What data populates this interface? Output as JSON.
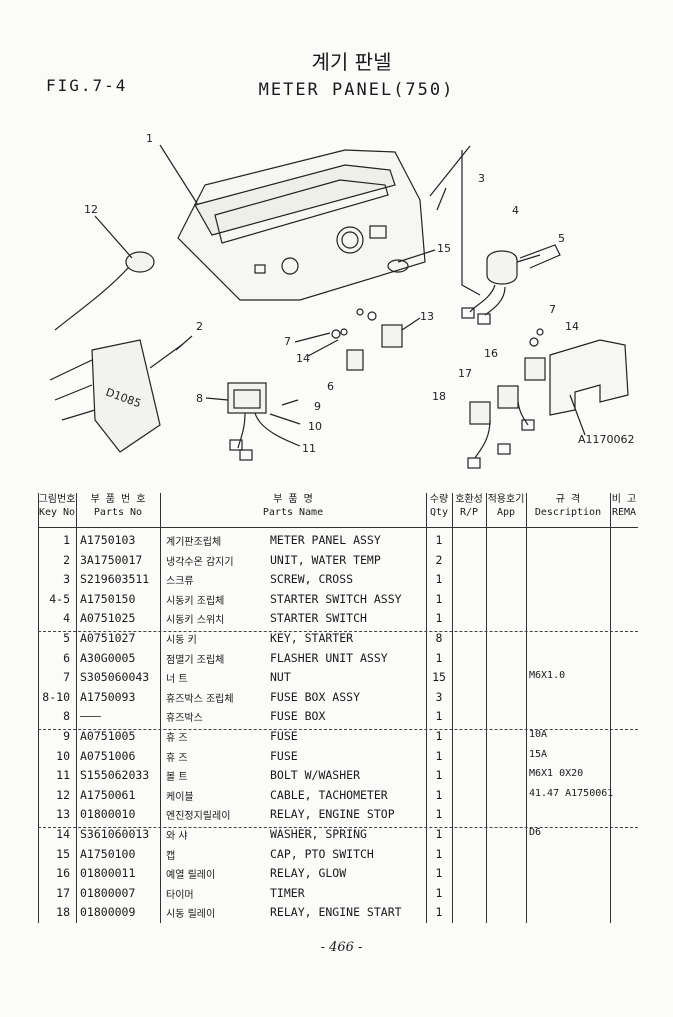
{
  "header": {
    "fig": "FIG.7-4",
    "title_ko": "계기 판넬",
    "title_en": "METER PANEL(750)"
  },
  "diagram": {
    "callouts": [
      "1",
      "12",
      "2",
      "3",
      "4",
      "5",
      "15",
      "13",
      "7",
      "14",
      "6",
      "16",
      "7",
      "14",
      "17",
      "18",
      "8",
      "9",
      "10",
      "11"
    ],
    "part_ref": "A1170062",
    "stamp": "D1085"
  },
  "table": {
    "headers": {
      "key_ko": "그림번호",
      "key_en": "Key No",
      "parts_ko": "부 품 번 호",
      "parts_en": "Parts No",
      "name_ko": "부 품 명",
      "name_en": "Parts Name",
      "qty_ko": "수량",
      "qty_en": "Qty",
      "rp_ko": "호환성",
      "rp_en": "R/P",
      "app_ko": "적용호기",
      "app_en": "App",
      "desc_ko": "규 격",
      "desc_en": "Description",
      "rem_ko": "비 고",
      "rem_en": "REMA"
    },
    "rows": [
      {
        "key": "1",
        "part": "A1750103",
        "ko": "계기판조립체",
        "en": "METER PANEL ASSY",
        "qty": "1",
        "desc": ""
      },
      {
        "key": "2",
        "part": "3A1750017",
        "ko": "냉각수온 감지기",
        "en": "UNIT, WATER TEMP",
        "qty": "2",
        "desc": ""
      },
      {
        "key": "3",
        "part": "S219603511",
        "ko": "스크류",
        "en": "SCREW, CROSS",
        "qty": "1",
        "desc": ""
      },
      {
        "key": "4-5",
        "part": "A1750150",
        "ko": "시동키 조립체",
        "en": "STARTER SWITCH ASSY",
        "qty": "1",
        "desc": ""
      },
      {
        "key": "4",
        "part": "A0751025",
        "ko": "시동키 스위치",
        "en": "STARTER SWITCH",
        "qty": "1",
        "desc": ""
      },
      {
        "key": "5",
        "part": "A0751027",
        "ko": "시동 키",
        "en": "KEY, STARTER",
        "qty": "8",
        "desc": ""
      },
      {
        "key": "6",
        "part": "A30G0005",
        "ko": "점멸기 조립체",
        "en": "FLASHER UNIT ASSY",
        "qty": "1",
        "desc": ""
      },
      {
        "key": "7",
        "part": "S305060043",
        "ko": "너 트",
        "en": "NUT",
        "qty": "15",
        "desc": "M6X1.0"
      },
      {
        "key": "8-10",
        "part": "A1750093",
        "ko": "휴즈박스 조립체",
        "en": "FUSE BOX ASSY",
        "qty": "3",
        "desc": ""
      },
      {
        "key": "8",
        "part": "———",
        "ko": "휴즈박스",
        "en": "FUSE BOX",
        "qty": "1",
        "desc": ""
      },
      {
        "key": "9",
        "part": "A0751005",
        "ko": "휴 즈",
        "en": "FUSE",
        "qty": "1",
        "desc": "10A"
      },
      {
        "key": "10",
        "part": "A0751006",
        "ko": "휴 즈",
        "en": "FUSE",
        "qty": "1",
        "desc": "15A"
      },
      {
        "key": "11",
        "part": "S155062033",
        "ko": "볼 트",
        "en": "BOLT W/WASHER",
        "qty": "1",
        "desc": "M6X1 0X20"
      },
      {
        "key": "12",
        "part": "A1750061",
        "ko": "케이블",
        "en": "CABLE, TACHOMETER",
        "qty": "1",
        "desc": "41.47 A1750061"
      },
      {
        "key": "13",
        "part": "01800010",
        "ko": "엔진정지릴레이",
        "en": "RELAY, ENGINE STOP",
        "qty": "1",
        "desc": ""
      },
      {
        "key": "14",
        "part": "S361060013",
        "ko": "와 샤",
        "en": "WASHER, SPRING",
        "qty": "1",
        "desc": "D6"
      },
      {
        "key": "15",
        "part": "A1750100",
        "ko": "캡",
        "en": "CAP, PTO SWITCH",
        "qty": "1",
        "desc": ""
      },
      {
        "key": "16",
        "part": "01800011",
        "ko": "예열 릴레이",
        "en": "RELAY, GLOW",
        "qty": "1",
        "desc": ""
      },
      {
        "key": "17",
        "part": "01800007",
        "ko": "타이머",
        "en": "TIMER",
        "qty": "1",
        "desc": ""
      },
      {
        "key": "18",
        "part": "01800009",
        "ko": "시동 릴레이",
        "en": "RELAY, ENGINE START",
        "qty": "1",
        "desc": ""
      }
    ]
  },
  "footer": {
    "page": "- 466 -"
  }
}
